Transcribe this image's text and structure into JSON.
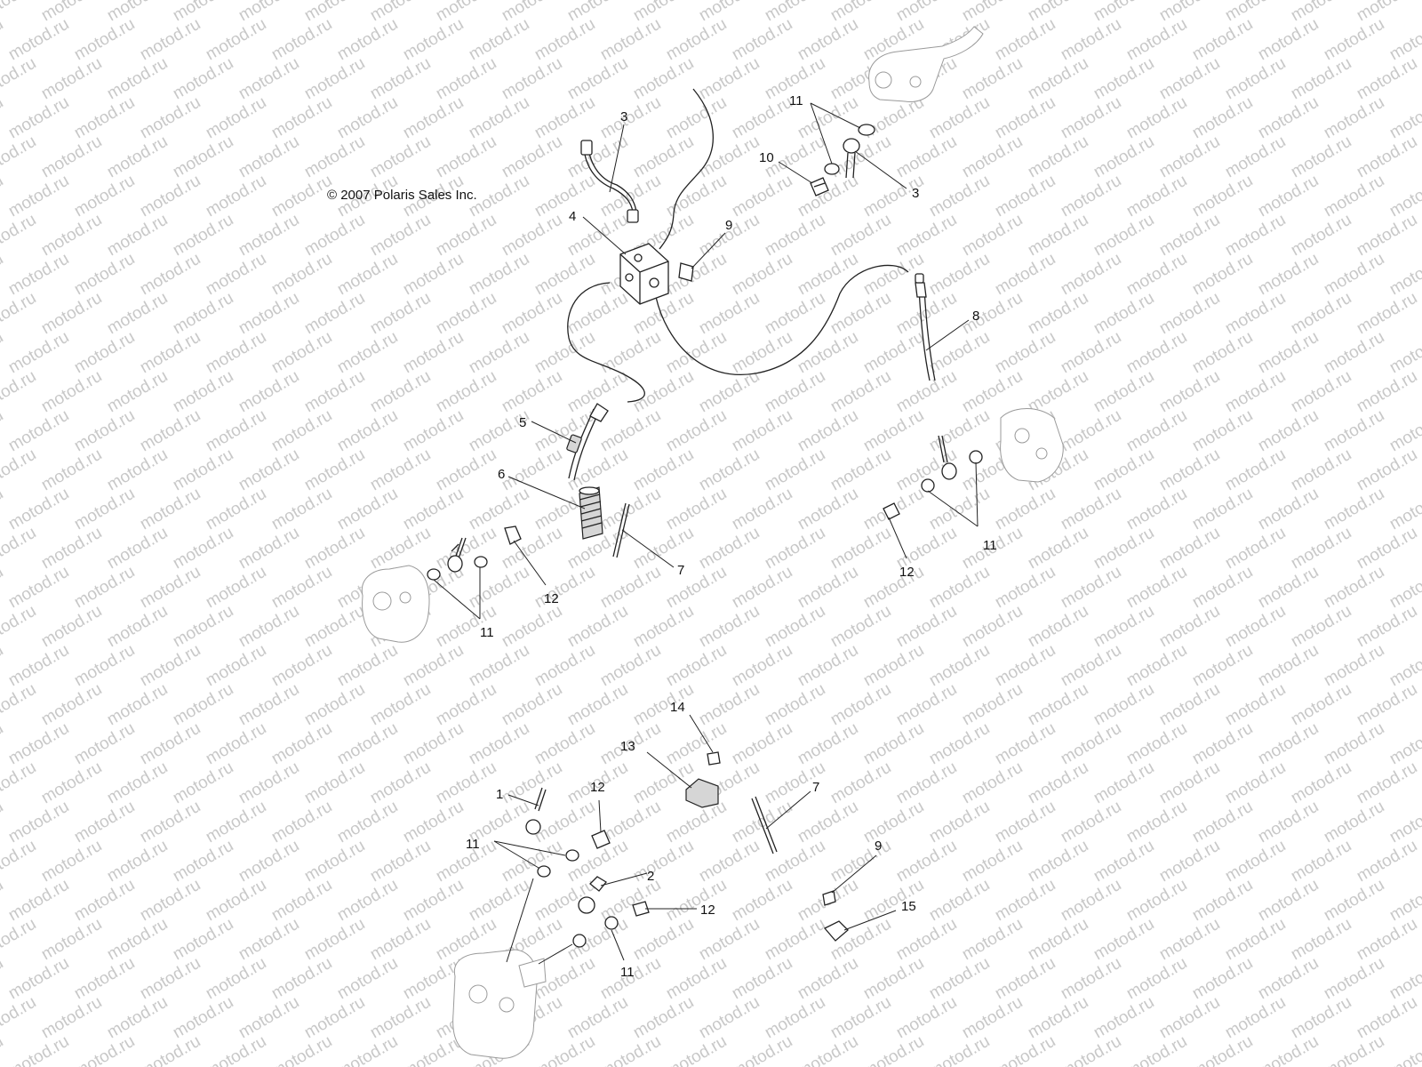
{
  "copyright": "© 2007 Polaris Sales Inc.",
  "watermark": "motod.ru",
  "callouts": {
    "c1": "1",
    "c2": "2",
    "c3a": "3",
    "c3b": "3",
    "c4": "4",
    "c5": "5",
    "c6": "6",
    "c7a": "7",
    "c7b": "7",
    "c8": "8",
    "c9a": "9",
    "c9b": "9",
    "c10": "10",
    "c11a": "11",
    "c11b": "11",
    "c11c": "11",
    "c11d": "11",
    "c11e": "11",
    "c12a": "12",
    "c12b": "12",
    "c12c": "12",
    "c12d": "12",
    "c13": "13",
    "c14": "14",
    "c15": "15"
  }
}
